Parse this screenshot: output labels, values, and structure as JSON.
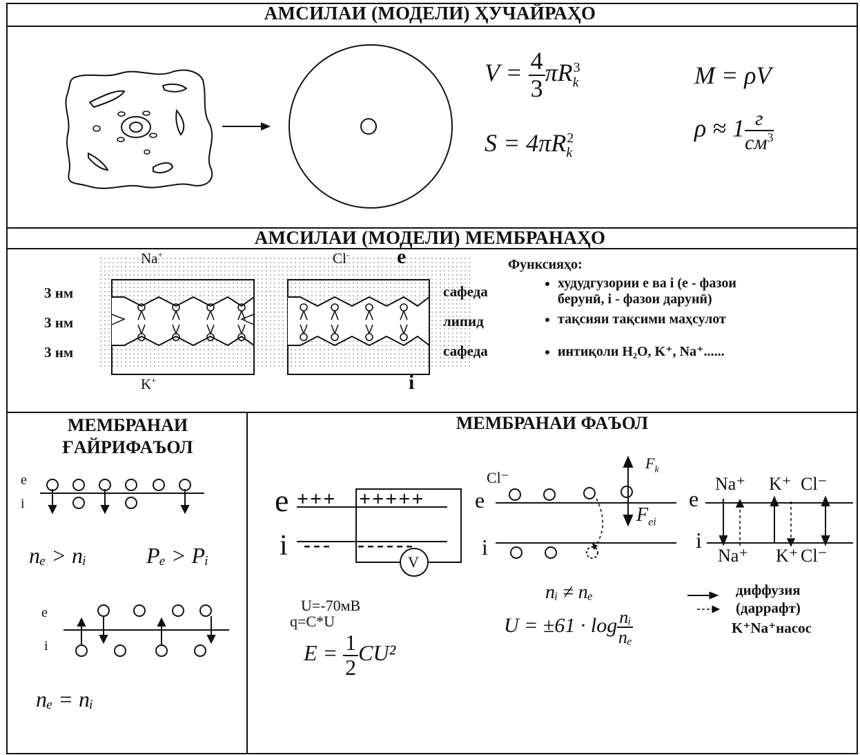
{
  "section1": {
    "title": "АМСИЛАИ (МОДЕЛИ) ҲУЧАЙРАҲО",
    "formulas": {
      "V_lhs": "V = ",
      "V_num": "4",
      "V_den": "3",
      "V_rhs": "πR",
      "V_sub": "k",
      "V_sup": "3",
      "S_lhs": "S = 4πR",
      "S_sub": "k",
      "S_sup": "2",
      "M": "M = ρV",
      "rho_lhs": "ρ ≈ 1",
      "rho_num": "г",
      "rho_den": "см",
      "rho_den_sup": "3"
    }
  },
  "section2": {
    "title": "АМСИЛАИ (МОДЕЛИ) МЕМБРАНАҲО",
    "na_top": "Na",
    "na_top_sup": "+",
    "cl_top": "Cl",
    "cl_top_sup": "-",
    "e_label": "e",
    "i_label": "i",
    "k_bottom": "K",
    "k_bottom_sup": "+",
    "left_labels": [
      "3 нм",
      "3 нм",
      "3 нм"
    ],
    "right_labels": [
      "сафеда",
      "липид",
      "сафеда"
    ],
    "functions_title": "Функсияҳо:",
    "functions": [
      "худудгузории е ва і (е - фазои берунӣ, і - фазои дарунӣ)",
      "тақсияи тақсими маҳсулот",
      "интиқоли H₂O, K⁺, Na⁺......"
    ]
  },
  "section3": {
    "title_line1": "МЕМБРАНАИ",
    "title_line2": "ҒАЙРИФАЪОЛ",
    "e": "e",
    "i": "i",
    "rel1": "nₑ > nᵢ",
    "rel2": "Pₑ > Pᵢ",
    "rel3": "nₑ = nᵢ"
  },
  "section4": {
    "title": "МЕМБРАНАИ ФАЪОЛ",
    "cap_e": "e",
    "cap_i": "i",
    "plus_left": "+++",
    "plus_right": "+++++",
    "minus_left": "---",
    "minus_right": "------",
    "voltmeter": "V",
    "u_value": "U=-70мВ",
    "q_formula": "q=C*U",
    "E_lhs": "E = ",
    "E_num": "1",
    "E_den": "2",
    "E_rhs": "CU²",
    "cl": "Cl⁻",
    "fk": "F",
    "fk_sub": "k",
    "fei": "F",
    "fei_sub": "ei",
    "ineq": "nᵢ ≠ nₑ",
    "U_lhs": "U = ±61 · log",
    "U_num": "nᵢ",
    "U_den": "nₑ",
    "pump_top": [
      "Na⁺",
      "K⁺",
      "Cl⁻"
    ],
    "pump_bottom": [
      "Na⁺",
      "K⁺",
      "Cl⁻"
    ],
    "legend": [
      "диффузия",
      "(даррафт)",
      "K⁺Na⁺насос"
    ]
  }
}
